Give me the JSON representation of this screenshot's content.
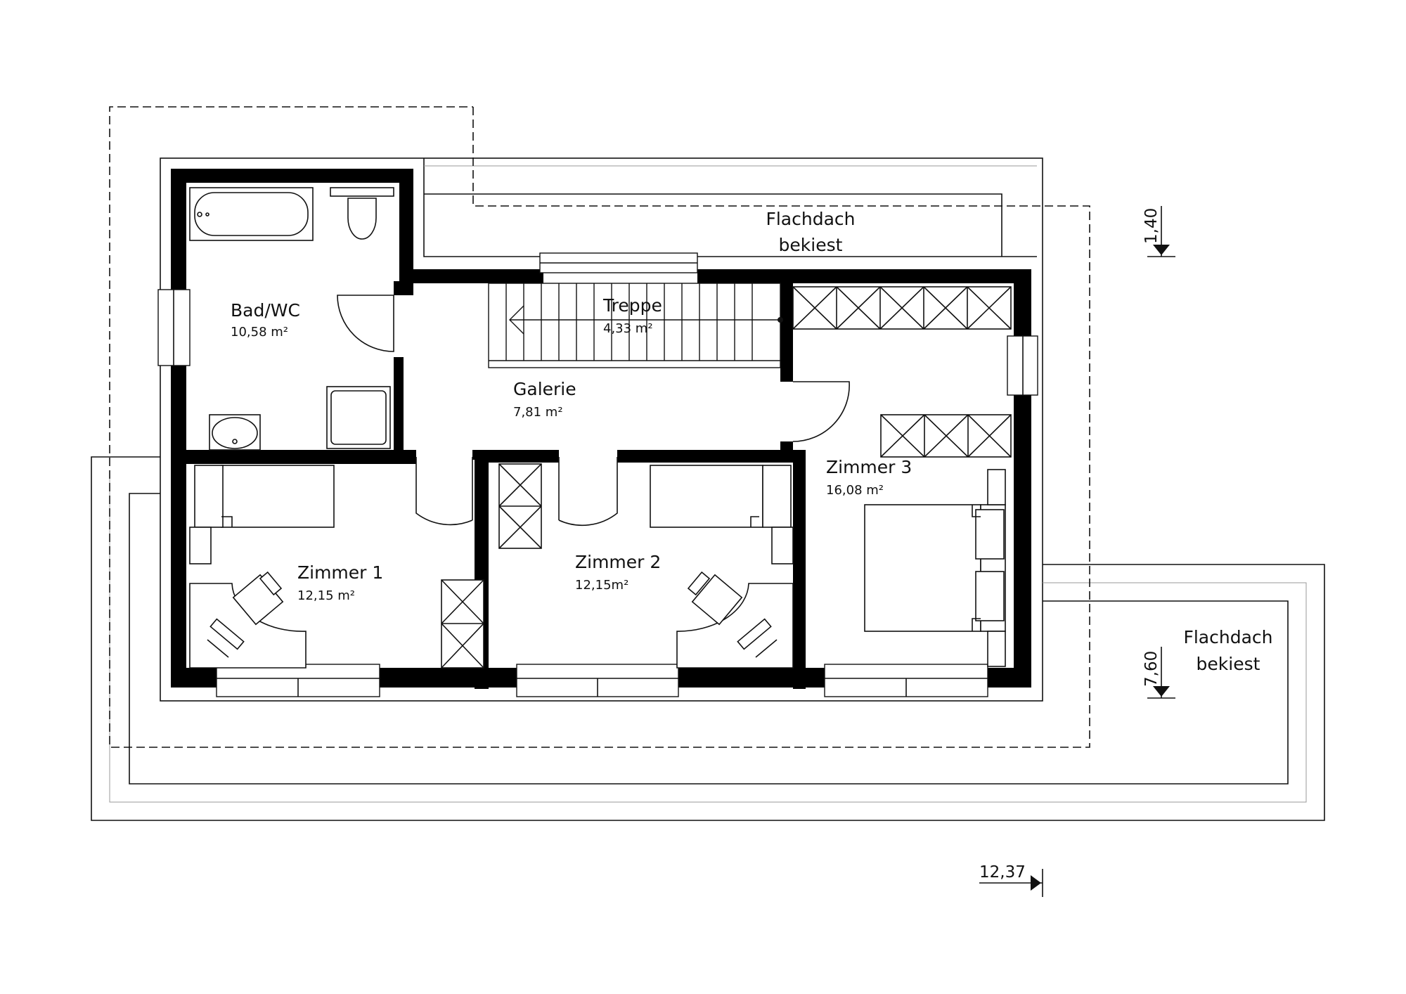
{
  "plan": {
    "rooms": [
      {
        "id": "bad",
        "name": "Bad/WC",
        "area": "10,58 m²"
      },
      {
        "id": "treppe",
        "name": "Treppe",
        "area": "4,33 m²"
      },
      {
        "id": "galerie",
        "name": "Galerie",
        "area": "7,81 m²"
      },
      {
        "id": "zimmer1",
        "name": "Zimmer 1",
        "area": "12,15 m²"
      },
      {
        "id": "zimmer2",
        "name": "Zimmer 2",
        "area": "12,15m²"
      },
      {
        "id": "zimmer3",
        "name": "Zimmer 3",
        "area": "16,08 m²"
      }
    ],
    "roof_top": {
      "line1": "Flachdach",
      "line2": "bekiest"
    },
    "roof_right": {
      "line1": "Flachdach",
      "line2": "bekiest"
    },
    "levels": {
      "top": "1,40",
      "right": "7,60",
      "bottom": "12,37"
    }
  }
}
